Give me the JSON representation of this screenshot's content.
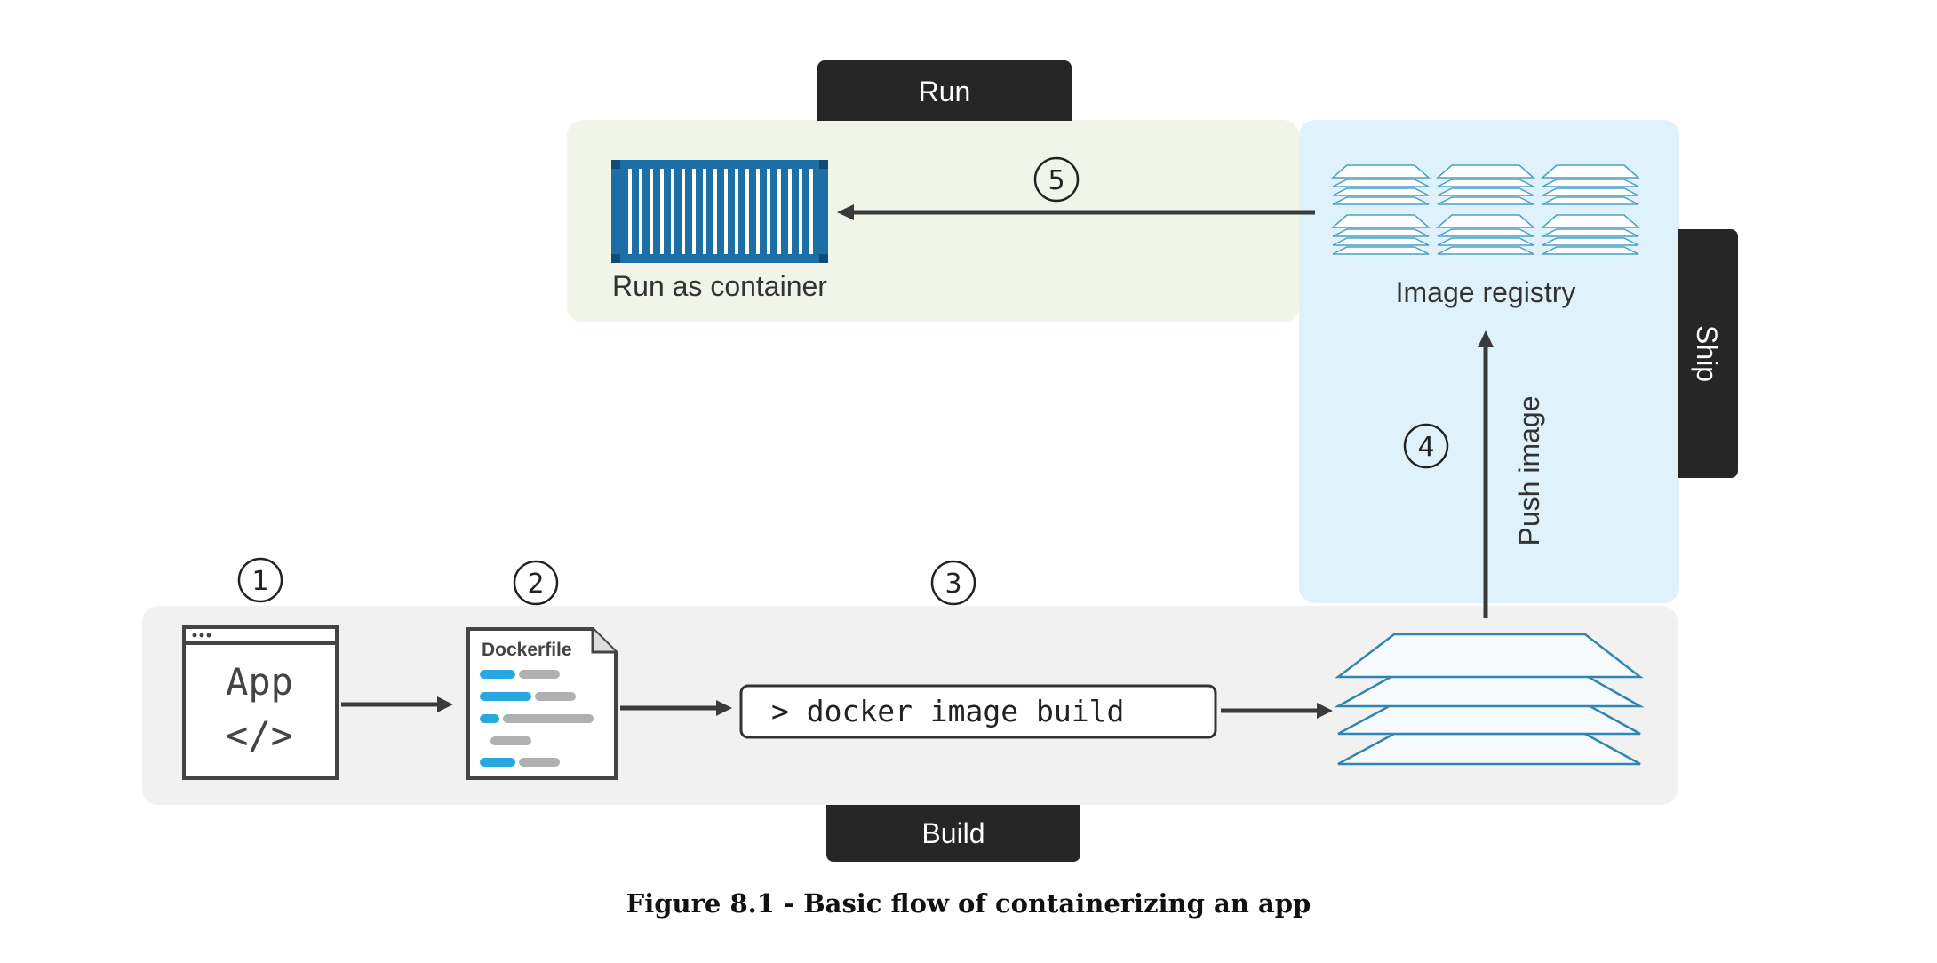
{
  "labels": {
    "run_tab": "Run",
    "ship_tab": "Ship",
    "build_tab": "Build",
    "run_as_container": "Run as container",
    "image_registry": "Image registry",
    "push_image": "Push image",
    "app_line1": "App",
    "app_line2": "</>",
    "dockerfile": "Dockerfile",
    "command": "> docker image build"
  },
  "steps": [
    "1",
    "2",
    "3",
    "4",
    "5"
  ],
  "caption": "Figure 8.1 - Basic flow of containerizing an app",
  "colors": {
    "run_zone": "#f0f5e8",
    "ship_zone": "#dff1fa",
    "build_zone": "#f1f1f1",
    "tab": "#262626",
    "container_blue": "#1b6fa6",
    "layer_stroke": "#2f86b3",
    "accent_bar": "#29a8e0",
    "gray_bar": "#b0b0b0"
  }
}
